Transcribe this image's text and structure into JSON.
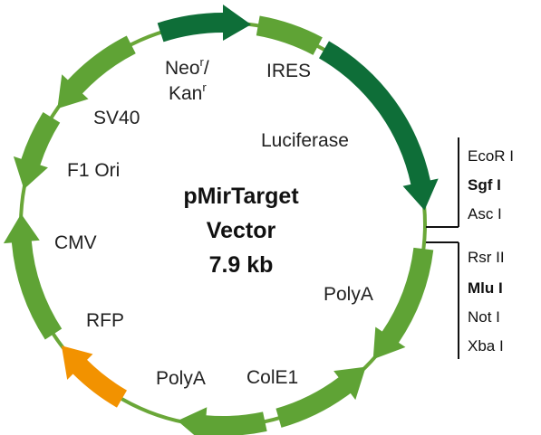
{
  "title": {
    "line1": "pMirTarget",
    "line2": "Vector",
    "line3": "7.9 kb"
  },
  "features": {
    "neo_main": "Neo",
    "neo_sup": "r",
    "neo_slash": "/",
    "kan_main": "Kan",
    "kan_sup": "r",
    "ires": "IRES",
    "luciferase": "Luciferase",
    "polya_right": "PolyA",
    "cole1": "ColE1",
    "polya_bottom": "PolyA",
    "rfp": "RFP",
    "cmv": "CMV",
    "f1ori": "F1 Ori",
    "sv40": "SV40"
  },
  "sites_upper": [
    "EcoR I",
    "Sgf I",
    "Asc I"
  ],
  "sites_lower": [
    "Rsr II",
    "Mlu I",
    "Not I",
    "Xba I"
  ],
  "bold_sites": [
    "Sgf I",
    "Mlu I"
  ],
  "colors": {
    "backbone": "#6aa738",
    "light_feature": "#5fa335",
    "dark_feature": "#0e6e38",
    "rfp": "#f29200",
    "text": "#222222"
  }
}
